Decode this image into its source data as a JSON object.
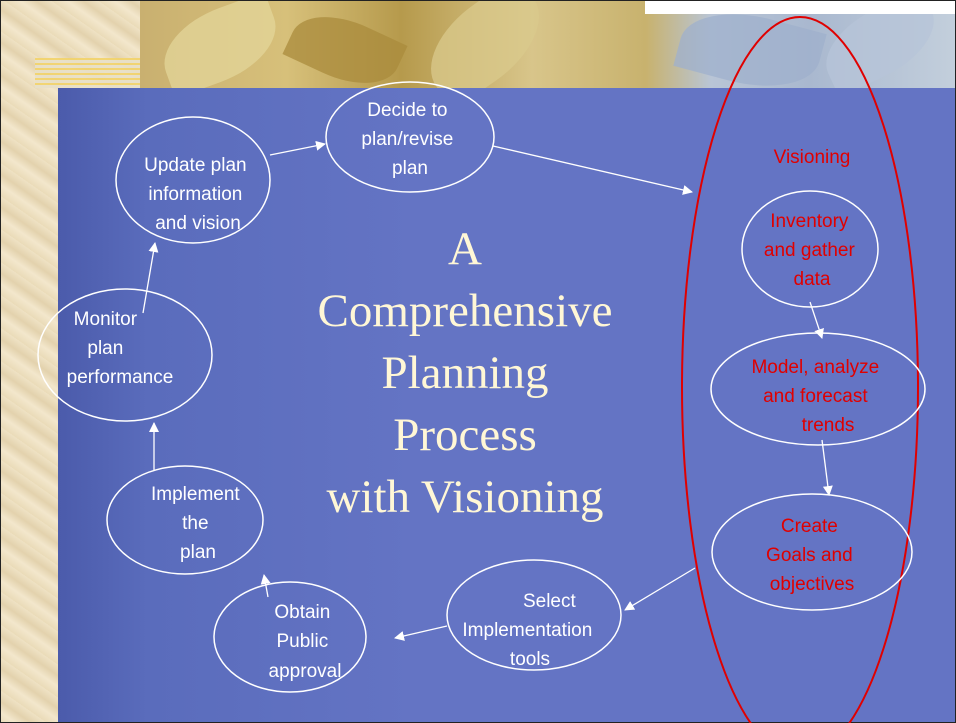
{
  "title_lines": [
    "A",
    "Comprehensive",
    "Planning",
    "Process",
    "with Visioning"
  ],
  "visioning_label": "Visioning",
  "nodes": {
    "decide": [
      "Decide to",
      "plan/revise",
      "plan"
    ],
    "update": [
      "Update plan",
      "information",
      "and vision"
    ],
    "monitor": [
      "Monitor",
      "plan",
      "performance"
    ],
    "implement": [
      "Implement",
      "the",
      "plan"
    ],
    "obtain": [
      "Obtain",
      "Public",
      "approval"
    ],
    "select": [
      "Select",
      "Implementation",
      "tools"
    ],
    "inventory": [
      "Inventory",
      "and gather",
      "data"
    ],
    "model": [
      "Model, analyze",
      "and forecast",
      "trends"
    ],
    "create": [
      "Create",
      "Goals and",
      "objectives"
    ]
  },
  "colors": {
    "panel_blue": "#6474c4",
    "node_text": "#ffffff",
    "visioning_red": "#e00000",
    "title_text": "#fff7d6"
  }
}
